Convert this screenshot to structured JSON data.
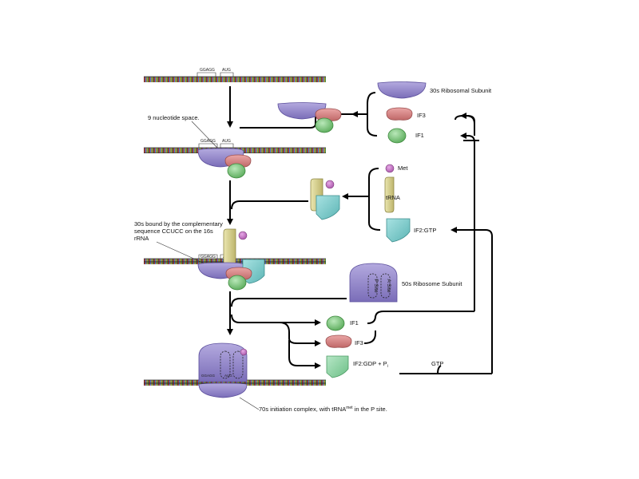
{
  "labels": {
    "small_subunit": "30s Ribosomal Subunit",
    "if3_top": "IF3",
    "if1_top": "IF1",
    "nine_nt": "9 nucleotide space.",
    "met": "Met",
    "trna": "tRNA",
    "if2gtp": "IF2:GTP",
    "bound_line1": "30s bound by the complementary",
    "bound_line2": "sequence CCUCC on the 16s",
    "bound_line3": "rRNA",
    "large_subunit": "50s Ribosome Subunit",
    "p_site": "P Site",
    "a_site": "A Site",
    "if1_bottom": "IF1",
    "if3_bottom": "IF3",
    "if2gdp_main": "IF2:GDP + P",
    "if2gdp_sub": "i",
    "gtp": "GTP",
    "complex_main": "70s initiation complex, with tRNA",
    "complex_sup": "met",
    "complex_tail": " in the P site."
  },
  "sequence_marks": {
    "shine_dalgarno": "GGAGG",
    "start_codon": "AUG"
  },
  "colors": {
    "small_subunit": "#8f83c7",
    "large_subunit": "#8f83c7",
    "if3": "#d78a8a",
    "if1": "#7fc97f",
    "trna": "#d6d08d",
    "met": "#c77ac7",
    "if2": "#7ac9c9"
  }
}
